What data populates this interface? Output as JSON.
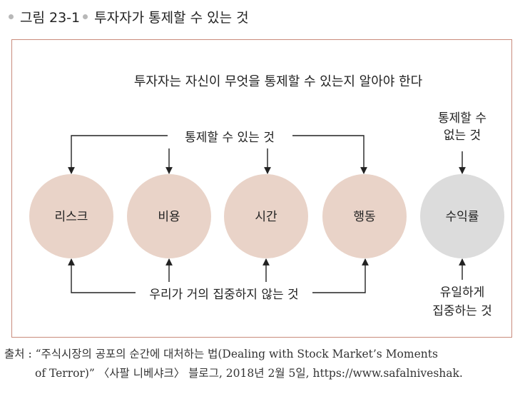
{
  "figure": {
    "label": "그림 23-1",
    "title": "투자자가 통제할 수 있는 것"
  },
  "diagram": {
    "heading": "투자자는 자신이 무엇을 통제할 수 있는지 알아야 한다",
    "top_label": "통제할 수 있는 것",
    "bottom_label": "우리가 거의 집중하지 않는 것",
    "right_top_label": [
      "통제할 수",
      "없는 것"
    ],
    "right_bottom_label": [
      "유일하게",
      "집중하는 것"
    ],
    "nodes": [
      {
        "label": "리스크",
        "group": "controllable"
      },
      {
        "label": "비용",
        "group": "controllable"
      },
      {
        "label": "시간",
        "group": "controllable"
      },
      {
        "label": "행동",
        "group": "controllable"
      },
      {
        "label": "수익률",
        "group": "uncontrollable"
      }
    ],
    "colors": {
      "controllable": "#e9d3c8",
      "uncontrollable": "#dcdcdc",
      "frame": "#c98b7c",
      "arrow": "#222222"
    }
  },
  "source": {
    "line1": "출처 : “주식시장의 공포의 순간에 대처하는 법(Dealing with Stock Market’s Moments",
    "line2": "of Terror)” 〈사팔 니베샤크〉 블로그, 2018년 2월 5일, https://www.safalniveshak."
  }
}
